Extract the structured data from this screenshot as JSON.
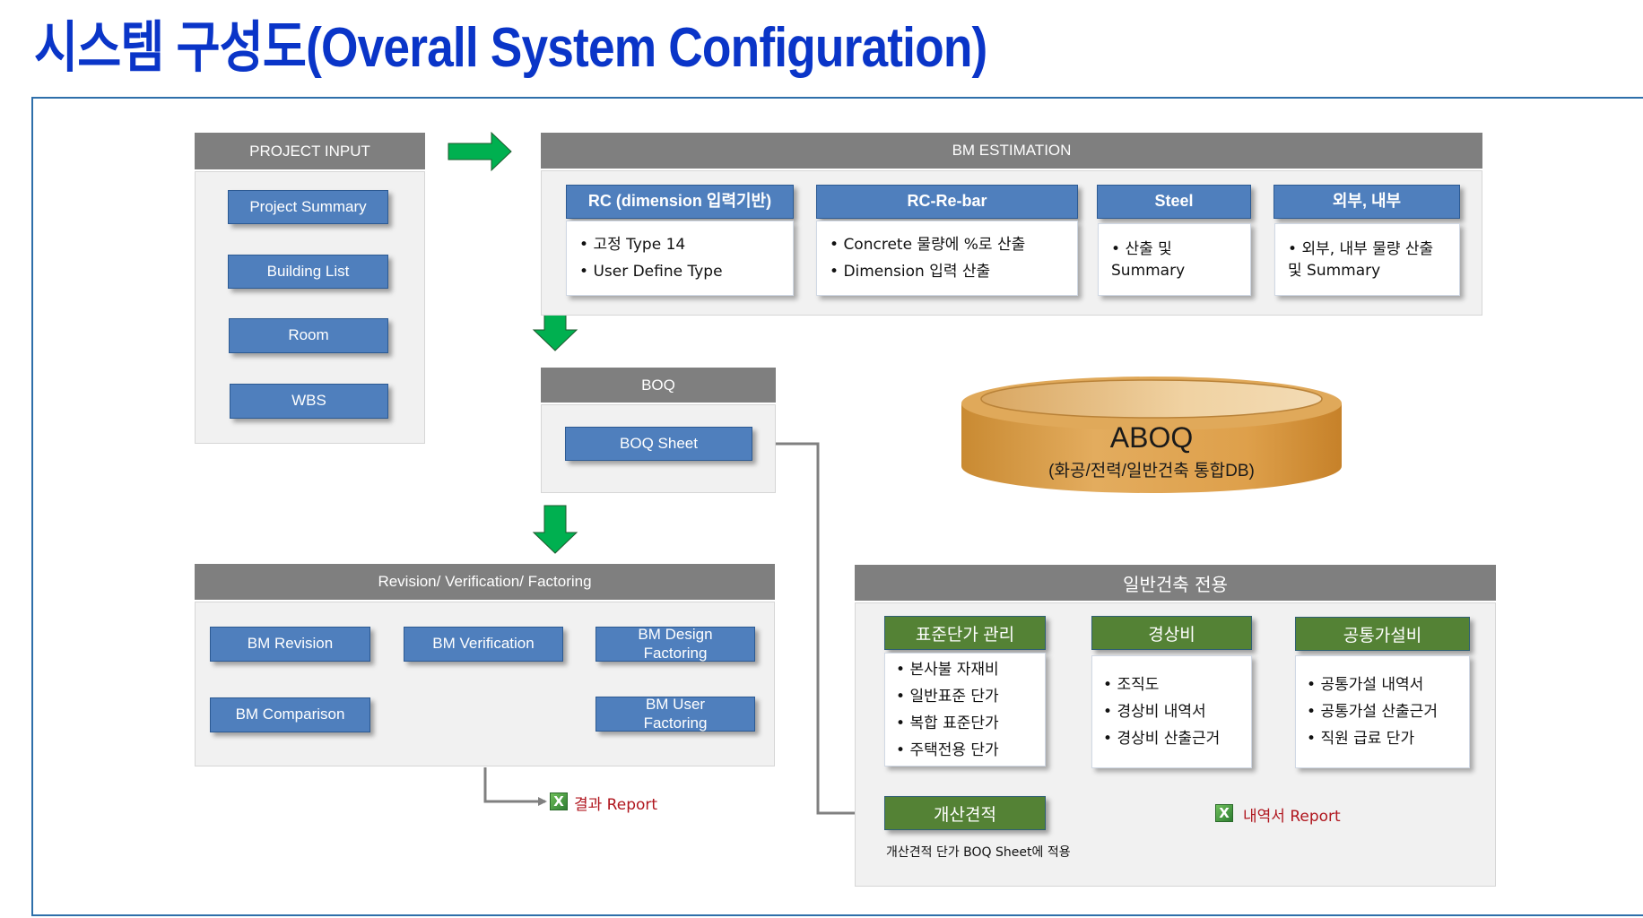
{
  "title": "시스템 구성도(Overall System Configuration)",
  "colors": {
    "title": "#0a35c8",
    "panel_header": "#7f7f7f",
    "blue_box": "#4f7fbd",
    "green_box": "#548235",
    "green_arrow": "#00b050",
    "report_text": "#b0161e",
    "connector": "#808080"
  },
  "project_input": {
    "header": "PROJECT INPUT",
    "steps": [
      "Project Summary",
      "Building List",
      "Room",
      "WBS"
    ]
  },
  "bm_estimation": {
    "header": "BM ESTIMATION",
    "modules": [
      {
        "title": "RC (dimension 입력기반)",
        "items": [
          "고정 Type 14",
          "User Define Type"
        ]
      },
      {
        "title": "RC-Re-bar",
        "items": [
          "Concrete 물량에 %로 산출",
          "Dimension 입력 산출"
        ]
      },
      {
        "title": "Steel",
        "items": [
          "산출 및 Summary"
        ]
      },
      {
        "title": "외부, 내부",
        "items": [
          "외부, 내부 물량 산출 및 Summary"
        ]
      }
    ]
  },
  "boq": {
    "header": "BOQ",
    "sheet": "BOQ Sheet"
  },
  "revision": {
    "header": "Revision/ Verification/ Factoring",
    "boxes": {
      "bm_revision": "BM Revision",
      "bm_verification": "BM Verification",
      "bm_design_factoring": "BM Design Factoring",
      "bm_comparison": "BM Comparison",
      "bm_user_factoring": "BM User Factoring"
    },
    "report": "결과 Report"
  },
  "database": {
    "name": "ABOQ",
    "subtitle": "(화공/전력/일반건축 통합DB)"
  },
  "general_building": {
    "header": "일반건축 전용",
    "modules": [
      {
        "title": "표준단가 관리",
        "items": [
          "본사불 자재비",
          "일반표준 단가",
          "복합 표준단가",
          "주택전용 단가"
        ]
      },
      {
        "title": "경상비",
        "items": [
          "조직도",
          "경상비 내역서",
          "경상비 산출근거"
        ]
      },
      {
        "title": "공통가설비",
        "items": [
          "공통가설 내역서",
          "공통가설 산출근거",
          "직원 급료 단가"
        ]
      }
    ],
    "estimate_box": "개산견적",
    "estimate_caption": "개산견적 단가 BOQ Sheet에 적용",
    "report": "내역서 Report"
  },
  "icons": {
    "excel": "X",
    "flow_arrow_right": "green-right-arrow",
    "flow_arrow_down": "green-down-arrow"
  }
}
